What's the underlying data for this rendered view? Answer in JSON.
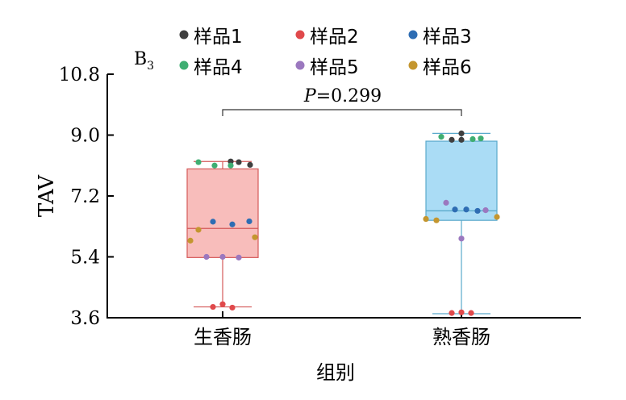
{
  "chart_data": {
    "type": "box",
    "panel_label": "B",
    "panel_label_sub": "3",
    "ylabel": "TAV",
    "xlabel": "组别",
    "ylim": [
      3.6,
      10.8
    ],
    "yticks": [
      "3.6",
      "5.4",
      "7.2",
      "9.0",
      "10.8"
    ],
    "annotation": {
      "p_symbol": "P",
      "p_text": "=0.299"
    },
    "legend": [
      {
        "name": "样品1",
        "color": "#3f3f3f"
      },
      {
        "name": "样品2",
        "color": "#e0494b"
      },
      {
        "name": "样品3",
        "color": "#2e6db3"
      },
      {
        "name": "样品4",
        "color": "#3fae72"
      },
      {
        "name": "样品5",
        "color": "#9b78bf"
      },
      {
        "name": "样品6",
        "color": "#c4962f"
      }
    ],
    "groups": [
      {
        "name": "生香肠",
        "box_fill": "#f8bdbb",
        "box_stroke": "#d55a5a",
        "whisker_low": 3.92,
        "q1": 5.38,
        "median": 6.24,
        "q3": 8.0,
        "whisker_high": 8.22,
        "points": [
          {
            "sample": 0,
            "y": 8.2,
            "dx": 0.2
          },
          {
            "sample": 0,
            "y": 8.22,
            "dx": 0.1
          },
          {
            "sample": 0,
            "y": 8.12,
            "dx": 0.34
          },
          {
            "sample": 1,
            "y": 3.92,
            "dx": -0.12
          },
          {
            "sample": 1,
            "y": 4.0,
            "dx": 0.0
          },
          {
            "sample": 1,
            "y": 3.9,
            "dx": 0.12
          },
          {
            "sample": 2,
            "y": 6.44,
            "dx": -0.12
          },
          {
            "sample": 2,
            "y": 6.36,
            "dx": 0.12
          },
          {
            "sample": 2,
            "y": 6.45,
            "dx": 0.33
          },
          {
            "sample": 3,
            "y": 8.2,
            "dx": -0.3
          },
          {
            "sample": 3,
            "y": 8.1,
            "dx": -0.1
          },
          {
            "sample": 3,
            "y": 8.1,
            "dx": 0.1
          },
          {
            "sample": 4,
            "y": 5.4,
            "dx": -0.2
          },
          {
            "sample": 4,
            "y": 5.4,
            "dx": 0.0
          },
          {
            "sample": 4,
            "y": 5.38,
            "dx": 0.2
          },
          {
            "sample": 5,
            "y": 5.88,
            "dx": -0.4
          },
          {
            "sample": 5,
            "y": 6.2,
            "dx": -0.3
          },
          {
            "sample": 5,
            "y": 5.98,
            "dx": 0.4
          }
        ]
      },
      {
        "name": "熟香肠",
        "box_fill": "#aadcf5",
        "box_stroke": "#5aa9cc",
        "whisker_low": 3.72,
        "q1": 6.48,
        "median": 6.76,
        "q3": 8.82,
        "whisker_high": 9.05,
        "points": [
          {
            "sample": 0,
            "y": 9.05,
            "dx": 0.0
          },
          {
            "sample": 0,
            "y": 8.86,
            "dx": -0.12
          },
          {
            "sample": 0,
            "y": 8.86,
            "dx": 0.0
          },
          {
            "sample": 1,
            "y": 3.74,
            "dx": -0.12
          },
          {
            "sample": 1,
            "y": 3.76,
            "dx": 0.0
          },
          {
            "sample": 1,
            "y": 3.74,
            "dx": 0.12
          },
          {
            "sample": 2,
            "y": 6.8,
            "dx": -0.08
          },
          {
            "sample": 2,
            "y": 6.8,
            "dx": 0.06
          },
          {
            "sample": 2,
            "y": 6.76,
            "dx": 0.2
          },
          {
            "sample": 3,
            "y": 8.95,
            "dx": -0.25
          },
          {
            "sample": 3,
            "y": 8.88,
            "dx": 0.14
          },
          {
            "sample": 3,
            "y": 8.9,
            "dx": 0.24
          },
          {
            "sample": 4,
            "y": 7.0,
            "dx": -0.19
          },
          {
            "sample": 4,
            "y": 6.78,
            "dx": 0.3
          },
          {
            "sample": 4,
            "y": 5.94,
            "dx": 0.0
          },
          {
            "sample": 5,
            "y": 6.52,
            "dx": -0.44
          },
          {
            "sample": 5,
            "y": 6.48,
            "dx": -0.31
          },
          {
            "sample": 5,
            "y": 6.58,
            "dx": 0.44
          }
        ]
      }
    ]
  }
}
